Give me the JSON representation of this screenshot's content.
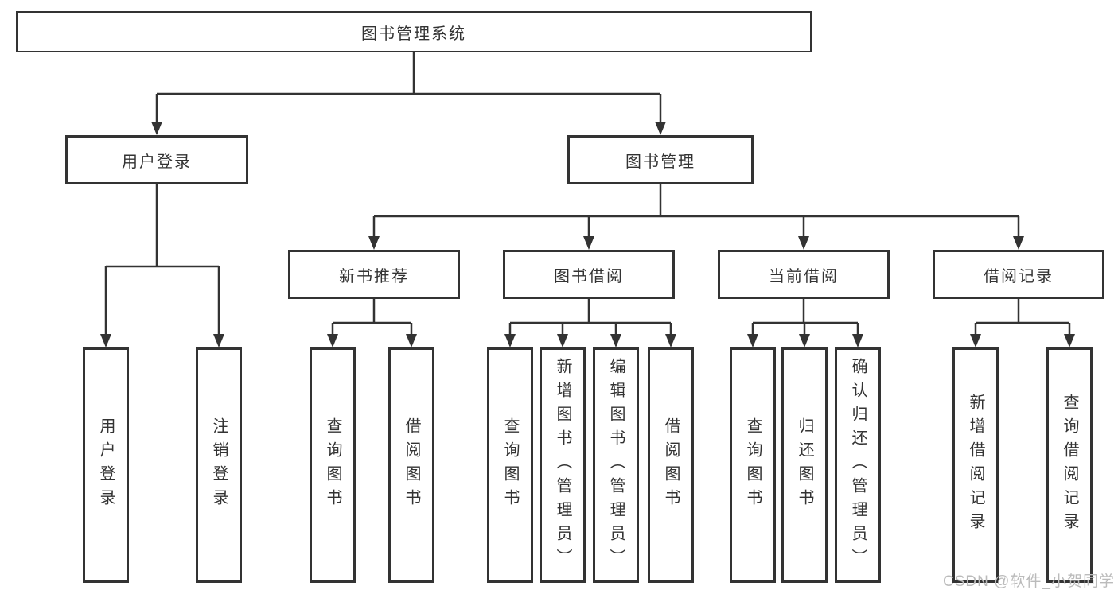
{
  "root": {
    "label": "图书管理系统",
    "children": [
      {
        "label": "用户登录",
        "children": [
          {
            "label": "用户登录"
          },
          {
            "label": "注销登录"
          }
        ]
      },
      {
        "label": "图书管理",
        "children": [
          {
            "label": "新书推荐",
            "children": [
              {
                "label": "查询图书"
              },
              {
                "label": "借阅图书"
              }
            ]
          },
          {
            "label": "图书借阅",
            "children": [
              {
                "label": "查询图书"
              },
              {
                "label": "新增图书（管理员）"
              },
              {
                "label": "编辑图书（管理员）"
              },
              {
                "label": "借阅图书"
              }
            ]
          },
          {
            "label": "当前借阅",
            "children": [
              {
                "label": "查询图书"
              },
              {
                "label": "归还图书"
              },
              {
                "label": "确认归还（管理员）"
              }
            ]
          },
          {
            "label": "借阅记录",
            "children": [
              {
                "label": "新增借阅记录"
              },
              {
                "label": "查询借阅记录"
              }
            ]
          }
        ]
      }
    ]
  },
  "watermark": "CSDN @软件_小贺同学",
  "colors": {
    "line": "#333333",
    "text": "#333333",
    "box_background": "#ffffff",
    "watermark": "#bbbbbb",
    "background": "#ffffff"
  }
}
